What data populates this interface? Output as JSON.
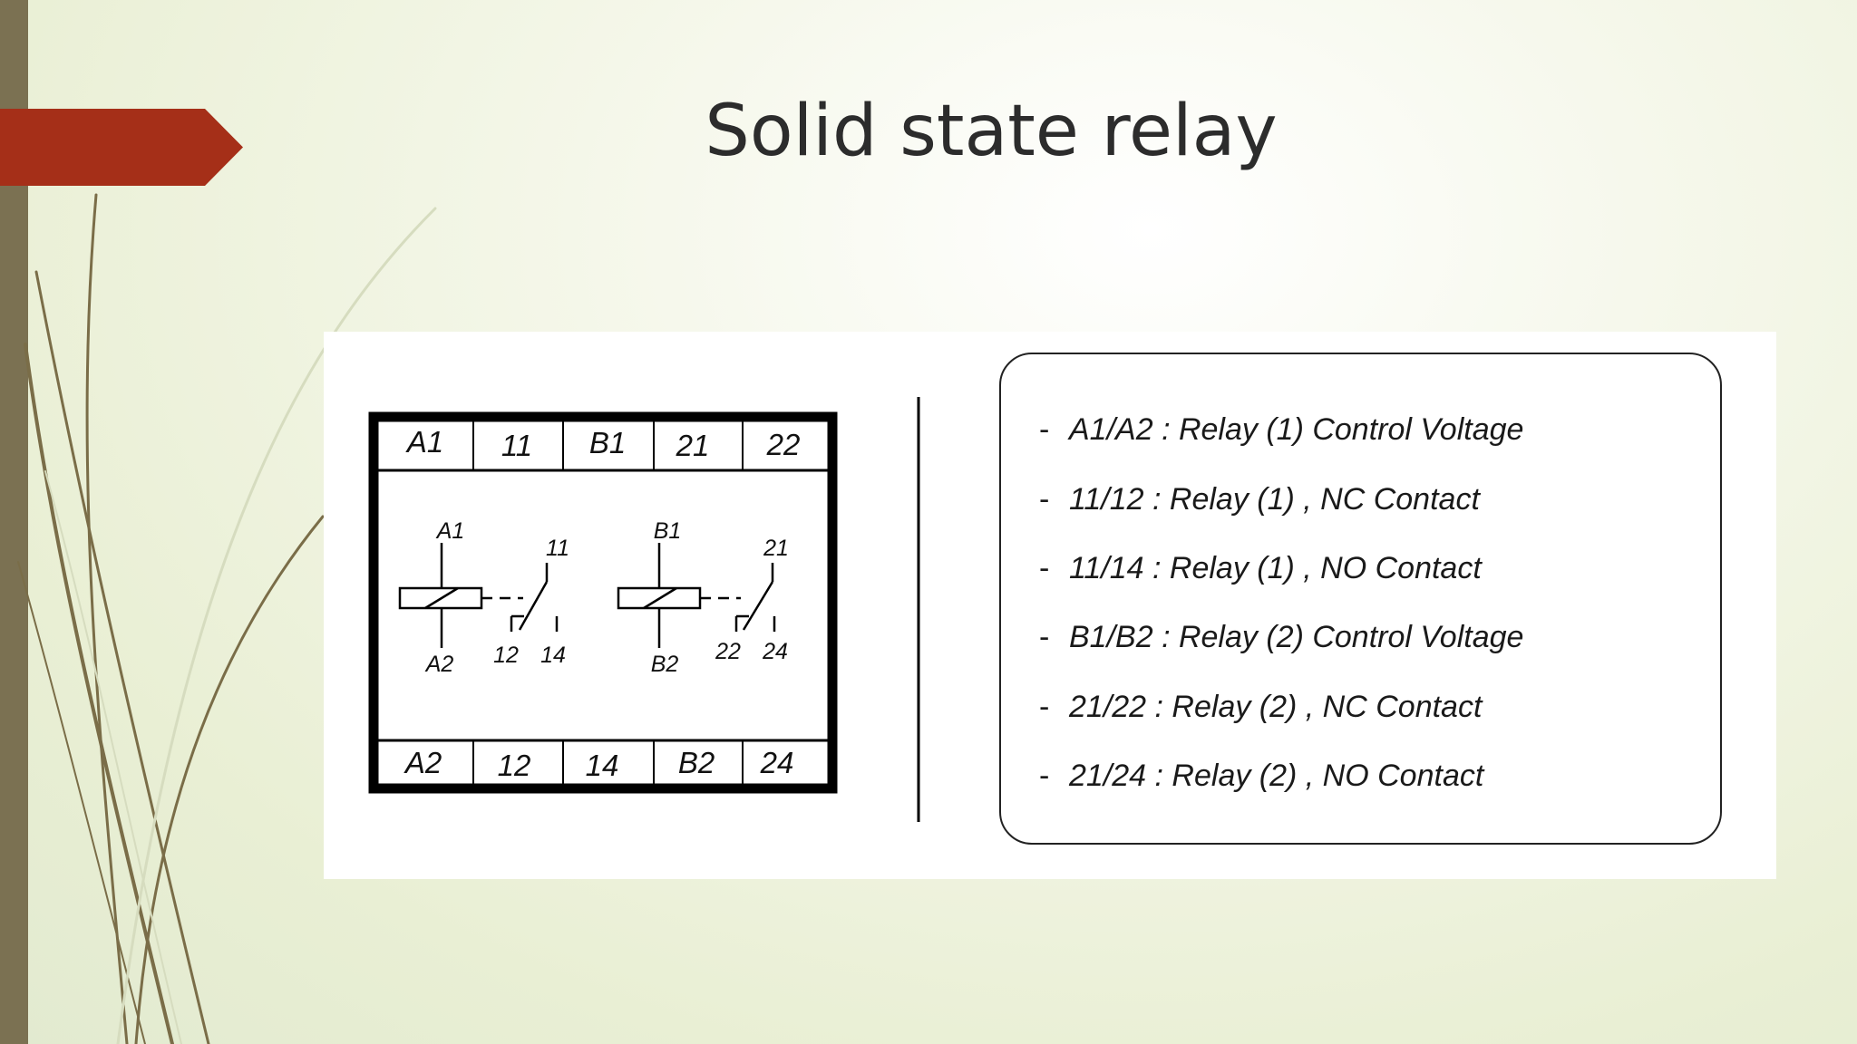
{
  "slide": {
    "title": "Solid state relay",
    "colors": {
      "accent": "#a52f18",
      "sidebar": "#7b7152",
      "grass": "#7a6d48"
    }
  },
  "diagram": {
    "top_terminals": [
      "A1",
      "11",
      "B1",
      "21",
      "22"
    ],
    "bottom_terminals": [
      "A2",
      "12",
      "14",
      "B2",
      "24"
    ],
    "relay1": {
      "coil_top": "A1",
      "coil_bottom": "A2",
      "common": "11",
      "nc": "12",
      "no": "14"
    },
    "relay2": {
      "coil_top": "B1",
      "coil_bottom": "B2",
      "common": "21",
      "nc": "22",
      "no": "24"
    }
  },
  "legend": {
    "dash": "-",
    "items": [
      "A1/A2 : Relay (1) Control Voltage",
      "11/12 : Relay (1) , NC Contact",
      "11/14 : Relay (1) , NO Contact",
      "B1/B2 : Relay (2) Control Voltage",
      "21/22 : Relay (2) , NC Contact",
      "21/24 : Relay (2) , NO Contact"
    ]
  }
}
